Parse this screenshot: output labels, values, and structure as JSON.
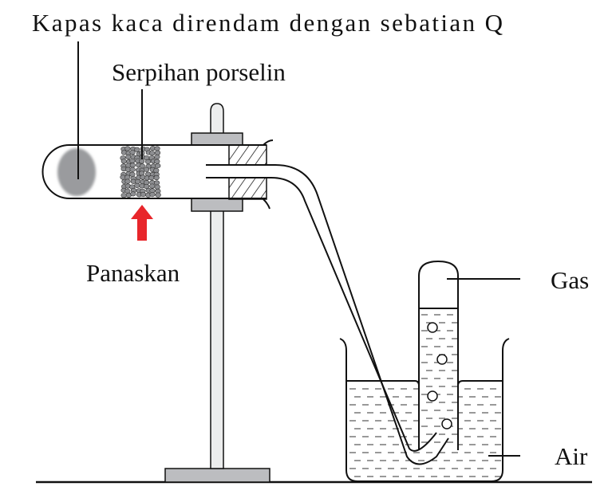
{
  "labels": {
    "cotton": "Kapas kaca direndam dengan sebatian Q",
    "porcelain": "Serpihan porselin",
    "heat": "Panaskan",
    "gas": "Gas",
    "water": "Air"
  },
  "colors": {
    "arrow": "#e8262b",
    "clamp": "#bcbdc0",
    "cotton": "#9a9b9e",
    "chips": "#8d8e91"
  }
}
